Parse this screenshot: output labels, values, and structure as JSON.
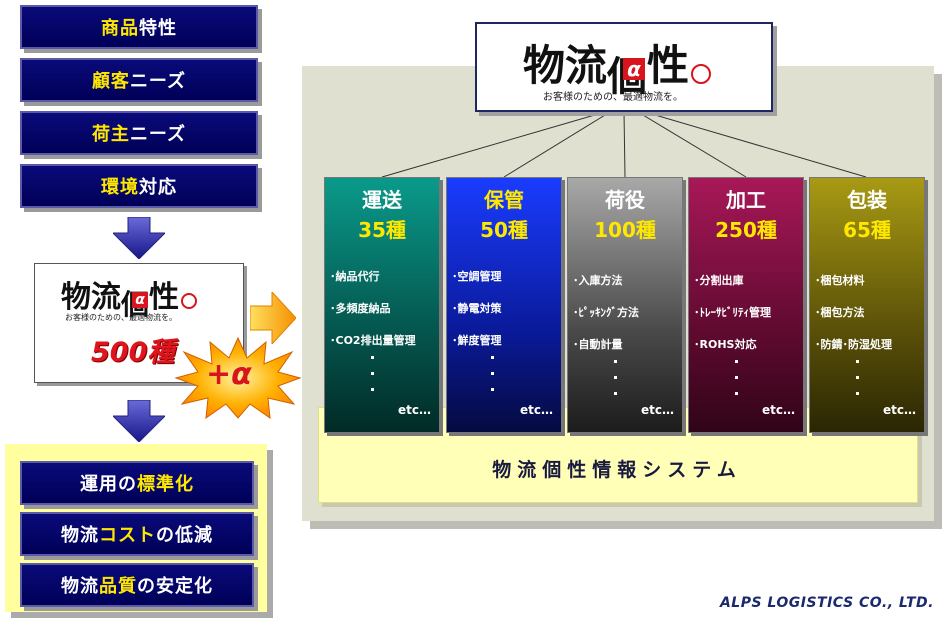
{
  "left_column": {
    "items": [
      {
        "highlight": "商品",
        "rest": "特性"
      },
      {
        "highlight": "顧客",
        "rest": "ニーズ"
      },
      {
        "highlight": "荷主",
        "rest": "ニーズ"
      },
      {
        "highlight": "環境",
        "rest": "対応"
      }
    ]
  },
  "logo": {
    "text_before": "物流",
    "text_after": "性",
    "tagline": "お客様のための、最適物流を。"
  },
  "count": "500種",
  "plus_alpha": "+α",
  "results": [
    {
      "pre": "運用の",
      "hl": "標準化",
      "post": ""
    },
    {
      "pre": "物流",
      "hl": "コスト",
      "post": "の低減"
    },
    {
      "pre": "物流",
      "hl": "品質",
      "post": "の安定化"
    }
  ],
  "columns": [
    {
      "name": "運送",
      "count": "35種",
      "items": [
        "･納品代行",
        "･多頻度納品",
        "･CO2排出量管理"
      ],
      "etc": "etc…"
    },
    {
      "name": "保管",
      "count": "50種",
      "items": [
        "･空調管理",
        "･静電対策",
        "･鮮度管理"
      ],
      "etc": "etc…"
    },
    {
      "name": "荷役",
      "count": "100種",
      "items": [
        "･入庫方法",
        "･ﾋﾟｯｷﾝｸﾞ方法",
        "･自動計量"
      ],
      "etc": "etc…"
    },
    {
      "name": "加工",
      "count": "250種",
      "items": [
        "･分割出庫",
        "･ﾄﾚｰｻﾋﾞﾘﾃｨ管理",
        "･ROHS対応"
      ],
      "etc": "etc…"
    },
    {
      "name": "包装",
      "count": "65種",
      "items": [
        "･梱包材料",
        "･梱包方法",
        "･防錆･防湿処理"
      ],
      "etc": "etc…"
    }
  ],
  "system_label": "物流個性情報システム",
  "company": "ALPS LOGISTICS CO., LTD."
}
